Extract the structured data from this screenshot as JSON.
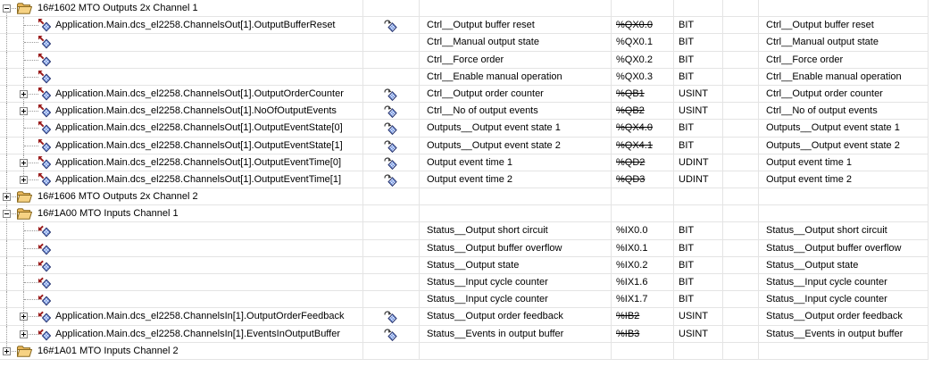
{
  "view": "io-channel-mapping-table",
  "colors": {
    "background": "#ffffff",
    "grid_line": "#e4e4e4",
    "tree_line": "#9a9a9a",
    "text": "#000000",
    "folder_yellow": "#f6d283",
    "diamond_blue": "#4f7bdb",
    "arrow_red": "#9b1c1c"
  },
  "icons_legend": {
    "folder-icon": "yellow open folder (PDO group)",
    "variable-icon": "blue checkered diamond with red direction arrow",
    "mapped-variable-icon": "blue checkered diamond with curved map arrow"
  },
  "table": {
    "rows": [
      {
        "icon": "folder",
        "level": 0,
        "expander": "minus",
        "label": "16#1602 MTO Outputs 2x Channel 1",
        "trunk": "bottom",
        "branch": "none",
        "mapped": false,
        "channel": "",
        "address": "",
        "struck": false,
        "type": "",
        "description": ""
      },
      {
        "icon": "out",
        "level": 1,
        "expander": "none",
        "label": "Application.Main.dcs_el2258.ChannelsOut[1].OutputBufferReset",
        "trunk": "full",
        "branch": "full",
        "mapped": true,
        "channel": "Ctrl__Output buffer reset",
        "address": "%QX0.0",
        "struck": true,
        "type": "BIT",
        "description": "Ctrl__Output buffer reset"
      },
      {
        "icon": "out",
        "level": 1,
        "expander": "none",
        "label": "",
        "trunk": "full",
        "branch": "full",
        "mapped": false,
        "channel": "Ctrl__Manual output state",
        "address": "%QX0.1",
        "struck": false,
        "type": "BIT",
        "description": "Ctrl__Manual output state"
      },
      {
        "icon": "out",
        "level": 1,
        "expander": "none",
        "label": "",
        "trunk": "full",
        "branch": "full",
        "mapped": false,
        "channel": "Ctrl__Force order",
        "address": "%QX0.2",
        "struck": false,
        "type": "BIT",
        "description": "Ctrl__Force order"
      },
      {
        "icon": "out",
        "level": 1,
        "expander": "none",
        "label": "",
        "trunk": "full",
        "branch": "full",
        "mapped": false,
        "channel": "Ctrl__Enable manual operation",
        "address": "%QX0.3",
        "struck": false,
        "type": "BIT",
        "description": "Ctrl__Enable manual operation"
      },
      {
        "icon": "out",
        "level": 1,
        "expander": "plus",
        "label": "Application.Main.dcs_el2258.ChannelsOut[1].OutputOrderCounter",
        "trunk": "full",
        "branch": "full",
        "mapped": true,
        "channel": "Ctrl__Output order counter",
        "address": "%QB1",
        "struck": true,
        "type": "USINT",
        "description": "Ctrl__Output order counter"
      },
      {
        "icon": "out",
        "level": 1,
        "expander": "plus",
        "label": "Application.Main.dcs_el2258.ChannelsOut[1].NoOfOutputEvents",
        "trunk": "full",
        "branch": "full",
        "mapped": true,
        "channel": "Ctrl__No of output events",
        "address": "%QB2",
        "struck": true,
        "type": "USINT",
        "description": "Ctrl__No of output events"
      },
      {
        "icon": "out",
        "level": 1,
        "expander": "none",
        "label": "Application.Main.dcs_el2258.ChannelsOut[1].OutputEventState[0]",
        "trunk": "full",
        "branch": "full",
        "mapped": true,
        "channel": "Outputs__Output event state 1",
        "address": "%QX4.0",
        "struck": true,
        "type": "BIT",
        "description": "Outputs__Output event state 1"
      },
      {
        "icon": "out",
        "level": 1,
        "expander": "none",
        "label": "Application.Main.dcs_el2258.ChannelsOut[1].OutputEventState[1]",
        "trunk": "full",
        "branch": "full",
        "mapped": true,
        "channel": "Outputs__Output event state 2",
        "address": "%QX4.1",
        "struck": true,
        "type": "BIT",
        "description": "Outputs__Output event state 2"
      },
      {
        "icon": "out",
        "level": 1,
        "expander": "plus",
        "label": "Application.Main.dcs_el2258.ChannelsOut[1].OutputEventTime[0]",
        "trunk": "full",
        "branch": "full",
        "mapped": true,
        "channel": "Output event time 1",
        "address": "%QD2",
        "struck": true,
        "type": "UDINT",
        "description": "Output event time 1"
      },
      {
        "icon": "out",
        "level": 1,
        "expander": "plus",
        "label": "Application.Main.dcs_el2258.ChannelsOut[1].OutputEventTime[1]",
        "trunk": "full",
        "branch": "top",
        "mapped": true,
        "channel": "Output event time 2",
        "address": "%QD3",
        "struck": true,
        "type": "UDINT",
        "description": "Output event time 2"
      },
      {
        "icon": "folder",
        "level": 0,
        "expander": "plus",
        "label": "16#1606 MTO Outputs 2x Channel 2",
        "trunk": "full",
        "branch": "none",
        "mapped": false,
        "channel": "",
        "address": "",
        "struck": false,
        "type": "",
        "description": ""
      },
      {
        "icon": "folder",
        "level": 0,
        "expander": "minus",
        "label": "16#1A00 MTO Inputs Channel 1",
        "trunk": "full",
        "branch": "none",
        "mapped": false,
        "channel": "",
        "address": "",
        "struck": false,
        "type": "",
        "description": ""
      },
      {
        "icon": "in",
        "level": 1,
        "expander": "none",
        "label": "",
        "trunk": "full",
        "branch": "full",
        "mapped": false,
        "channel": "Status__Output short circuit",
        "address": "%IX0.0",
        "struck": false,
        "type": "BIT",
        "description": "Status__Output short circuit"
      },
      {
        "icon": "in",
        "level": 1,
        "expander": "none",
        "label": "",
        "trunk": "full",
        "branch": "full",
        "mapped": false,
        "channel": "Status__Output buffer overflow",
        "address": "%IX0.1",
        "struck": false,
        "type": "BIT",
        "description": "Status__Output buffer overflow"
      },
      {
        "icon": "in",
        "level": 1,
        "expander": "none",
        "label": "",
        "trunk": "full",
        "branch": "full",
        "mapped": false,
        "channel": "Status__Output state",
        "address": "%IX0.2",
        "struck": false,
        "type": "BIT",
        "description": "Status__Output state"
      },
      {
        "icon": "in",
        "level": 1,
        "expander": "none",
        "label": "",
        "trunk": "full",
        "branch": "full",
        "mapped": false,
        "channel": "Status__Input cycle counter",
        "address": "%IX1.6",
        "struck": false,
        "type": "BIT",
        "description": "Status__Input cycle counter"
      },
      {
        "icon": "in",
        "level": 1,
        "expander": "none",
        "label": "",
        "trunk": "full",
        "branch": "full",
        "mapped": false,
        "channel": "Status__Input cycle counter",
        "address": "%IX1.7",
        "struck": false,
        "type": "BIT",
        "description": "Status__Input cycle counter"
      },
      {
        "icon": "in",
        "level": 1,
        "expander": "plus",
        "label": "Application.Main.dcs_el2258.ChannelsIn[1].OutputOrderFeedback",
        "trunk": "full",
        "branch": "full",
        "mapped": true,
        "channel": "Status__Output order feedback",
        "address": "%IB2",
        "struck": true,
        "type": "USINT",
        "description": "Status__Output order feedback"
      },
      {
        "icon": "in",
        "level": 1,
        "expander": "plus",
        "label": "Application.Main.dcs_el2258.ChannelsIn[1].EventsInOutputBuffer",
        "trunk": "full",
        "branch": "top",
        "mapped": true,
        "channel": "Status__Events in output buffer",
        "address": "%IB3",
        "struck": true,
        "type": "USINT",
        "description": "Status__Events in output buffer"
      },
      {
        "icon": "folder",
        "level": 0,
        "expander": "plus",
        "label": "16#1A01 MTO Inputs Channel 2",
        "trunk": "top",
        "branch": "none",
        "mapped": false,
        "channel": "",
        "address": "",
        "struck": false,
        "type": "",
        "description": ""
      }
    ]
  }
}
